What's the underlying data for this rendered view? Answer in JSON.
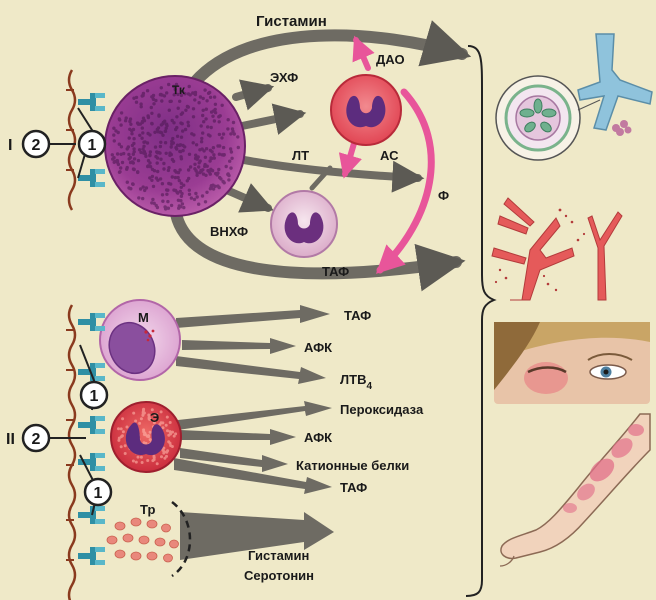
{
  "labels": {
    "histamine_top": "Гистамин",
    "ecf": "ЭХФ",
    "dao": "ДАО",
    "lt": "ЛТ",
    "as": "АС",
    "f": "Ф",
    "vnhf": "ВНХФ",
    "taf_top": "ТАФ",
    "roman_1": "I",
    "roman_2": "II",
    "num_1": "1",
    "num_2": "2",
    "cell_tk": "Тк",
    "cell_m": "М",
    "cell_e": "Э",
    "cell_tr": "Тр",
    "taf_m": "ТАФ",
    "afk_m": "АФК",
    "ltb4_main": "ЛТВ",
    "ltb4_sub": "4",
    "peroxidase": "Пероксидаза",
    "afk_e": "АФК",
    "cationic": "Катионные белки",
    "taf_e": "ТАФ",
    "histamine_bottom": "Гистамин",
    "serotonin": "Серотонин"
  },
  "colors": {
    "background": "#efe9c8",
    "arrow": "#6e6b63",
    "pink_arrow": "#e8559a",
    "mast_cell": "#9a3c93",
    "neutrophil_red": "#e0404f",
    "eosinophil": "#d8343f",
    "nucleus": "#5c2c7e",
    "platelet": "#e9887c"
  }
}
